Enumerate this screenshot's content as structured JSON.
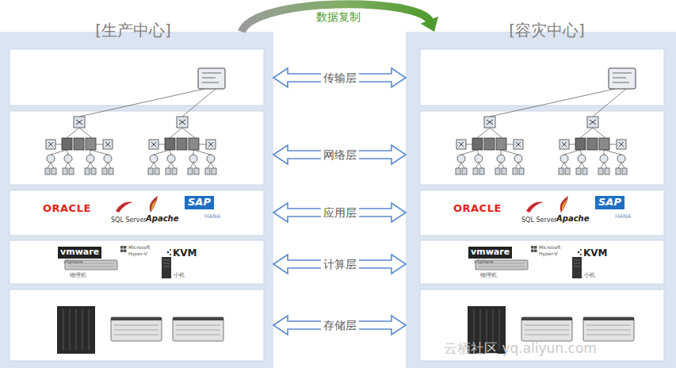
{
  "diagram": {
    "nodes": [
      {
        "text": [
          "[生产中心]"
        ]
      },
      {
        "text": [
          "ORACLE",
          "SQL Server",
          "Apache",
          "SAP",
          "HANA"
        ],
        "in": 0
      },
      {
        "text": [
          "vmware",
          "vSphere",
          "Microsoft",
          "Hyper-V",
          "KVM",
          "物理机",
          "小机"
        ],
        "in": 0
      },
      {
        "text": [
          "[容灾中心]"
        ]
      },
      {
        "text": [
          "ORACLE",
          "SQL Server",
          "Apache",
          "SAP",
          "HANA"
        ],
        "in": 3
      },
      {
        "text": [
          "vmware",
          "vSphere",
          "Microsoft",
          "Hyper-V",
          "KVM",
          "物理机",
          "小机"
        ],
        "in": 3
      }
    ],
    "edges": [
      {
        "from": 0,
        "to": 3,
        "arrow": "to",
        "label": "数据复制"
      },
      {
        "from": 0,
        "to": 3,
        "arrow": "both",
        "label": "传输层"
      },
      {
        "from": 0,
        "to": 3,
        "arrow": "both",
        "label": "网络层"
      },
      {
        "from": 0,
        "to": 3,
        "arrow": "both",
        "label": "应用层"
      },
      {
        "from": 0,
        "to": 3,
        "arrow": "both",
        "label": "计算层"
      },
      {
        "from": 0,
        "to": 3,
        "arrow": "both",
        "label": "存储层"
      }
    ],
    "labels": [
      "云栖社区 yq.aliyun.com"
    ]
  }
}
